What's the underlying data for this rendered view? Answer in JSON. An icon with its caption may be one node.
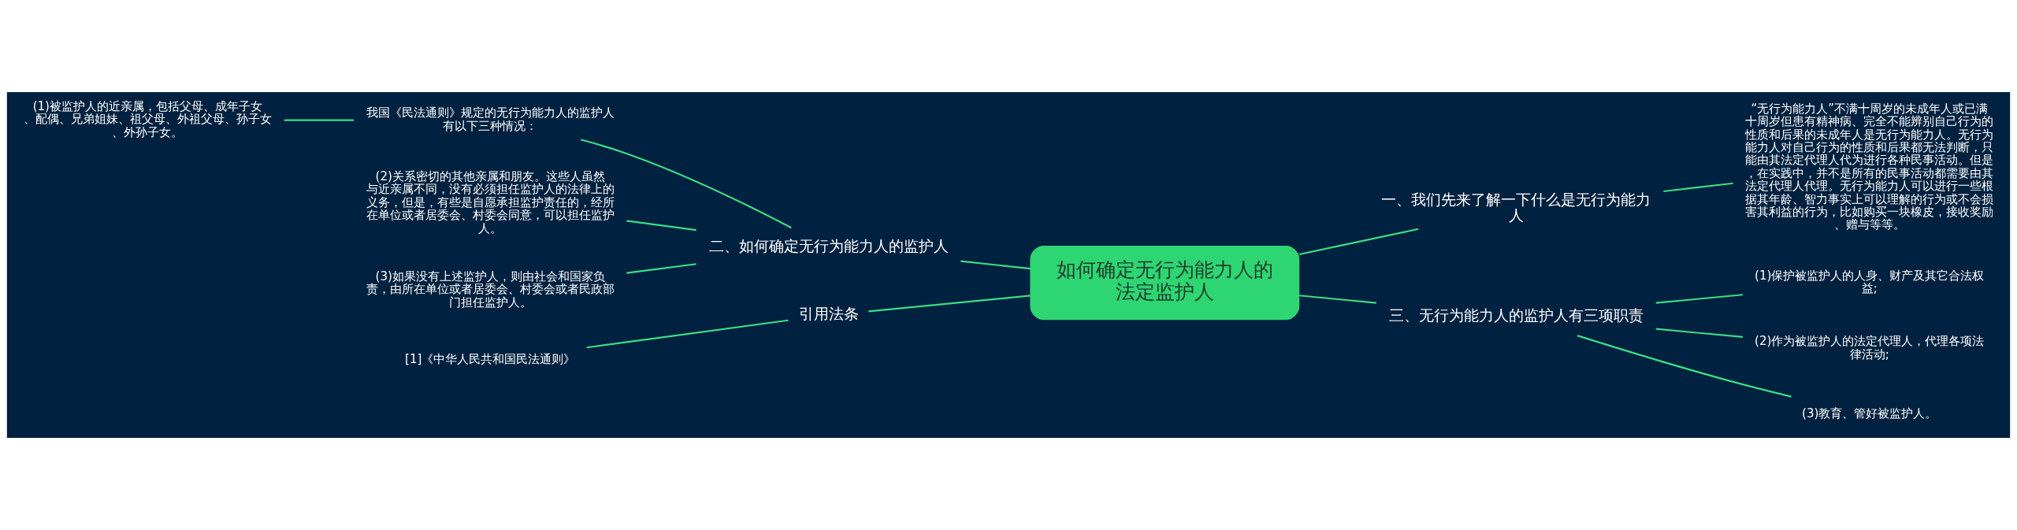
{
  "diagram": {
    "nodes": [
      {
        "text": [
          "如何确定无行为能力人的法定监护人"
        ]
      },
      {
        "text": [
          "一、我们先来了解一下什么是无行为能力人"
        ]
      },
      {
        "text": [
          "“无行为能力人”不满十周岁的未成年人或已满十周岁但患有精神病、完全不能辨别自己行为的性质和后果的未成年人是无行为能力人。无行为能力人对自己行为的性质和后果都无法判断，只能由其法定代理人代为进行各种民事活动。但是，在实践中，并不是所有的民事活动都需要由其法定代理人代理。无行为能力人可以进行一些根据其年龄、智力事实上可以理解的行为或不会损害其利益的行为，比如购买一块橡皮，接收奖励、赠与等等。"
        ]
      },
      {
        "text": [
          "二、如何确定无行为能力人的监护人"
        ]
      },
      {
        "text": [
          "我国《民法通则》规定的无行为能力人的监护人有以下三种情况："
        ]
      },
      {
        "text": [
          "(1)被监护人的近亲属，包括父母、成年子女、配偶、兄弟姐妹、祖父母、外祖父母、孙子女、外孙子女。"
        ]
      },
      {
        "text": [
          "(2)关系密切的其他亲属和朋友。这些人虽然与近亲属不同，没有必须担任监护人的法律上的义务，但是，有些是自愿承担监护责任的，经所在单位或者居委会、村委会同意，可以担任监护人。"
        ]
      },
      {
        "text": [
          "(3)如果没有上述监护人，则由社会和国家负责，由所在单位或者居委会、村委会或者民政部门担任监护人。"
        ]
      },
      {
        "text": [
          "三、无行为能力人的监护人有三项职责"
        ]
      },
      {
        "text": [
          "(1)保护被监护人的人身、财产及其它合法权益;"
        ]
      },
      {
        "text": [
          "(2)作为被监护人的法定代理人，代理各项法律活动;"
        ]
      },
      {
        "text": [
          "(3)教育、管好被监护人。"
        ]
      },
      {
        "text": [
          "引用法条"
        ]
      },
      {
        "text": [
          "[1]《中华人民共和国民法通则》"
        ]
      }
    ],
    "edges": [
      {
        "from": 0,
        "to": 1,
        "arrow": "none"
      },
      {
        "from": 1,
        "to": 2,
        "arrow": "none"
      },
      {
        "from": 0,
        "to": 3,
        "arrow": "none"
      },
      {
        "from": 3,
        "to": 4,
        "arrow": "none"
      },
      {
        "from": 4,
        "to": 5,
        "arrow": "none"
      },
      {
        "from": 3,
        "to": 6,
        "arrow": "none"
      },
      {
        "from": 3,
        "to": 7,
        "arrow": "none"
      },
      {
        "from": 0,
        "to": 8,
        "arrow": "none"
      },
      {
        "from": 8,
        "to": 9,
        "arrow": "none"
      },
      {
        "from": 8,
        "to": 10,
        "arrow": "none"
      },
      {
        "from": 8,
        "to": 11,
        "arrow": "none"
      },
      {
        "from": 0,
        "to": 12,
        "arrow": "none"
      },
      {
        "from": 12,
        "to": 13,
        "arrow": "none"
      }
    ]
  }
}
